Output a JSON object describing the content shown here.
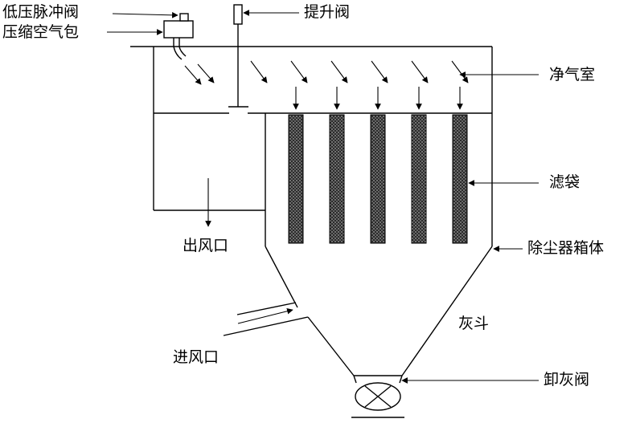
{
  "labels": {
    "low_pressure_pulse_valve": "低压脉冲阀",
    "compressed_air_tank": "压缩空气包",
    "lift_valve": "提升阀",
    "clean_air_chamber": "净气室",
    "filter_bag": "滤袋",
    "outlet": "出风口",
    "dust_collector_box": "除尘器箱体",
    "ash_hopper": "灰斗",
    "inlet": "进风口",
    "discharge_valve": "卸灰阀"
  },
  "colors": {
    "line": "#000000",
    "bag_fill": "#2b2b2b",
    "background": "#ffffff"
  },
  "filter_bag_count": 5
}
